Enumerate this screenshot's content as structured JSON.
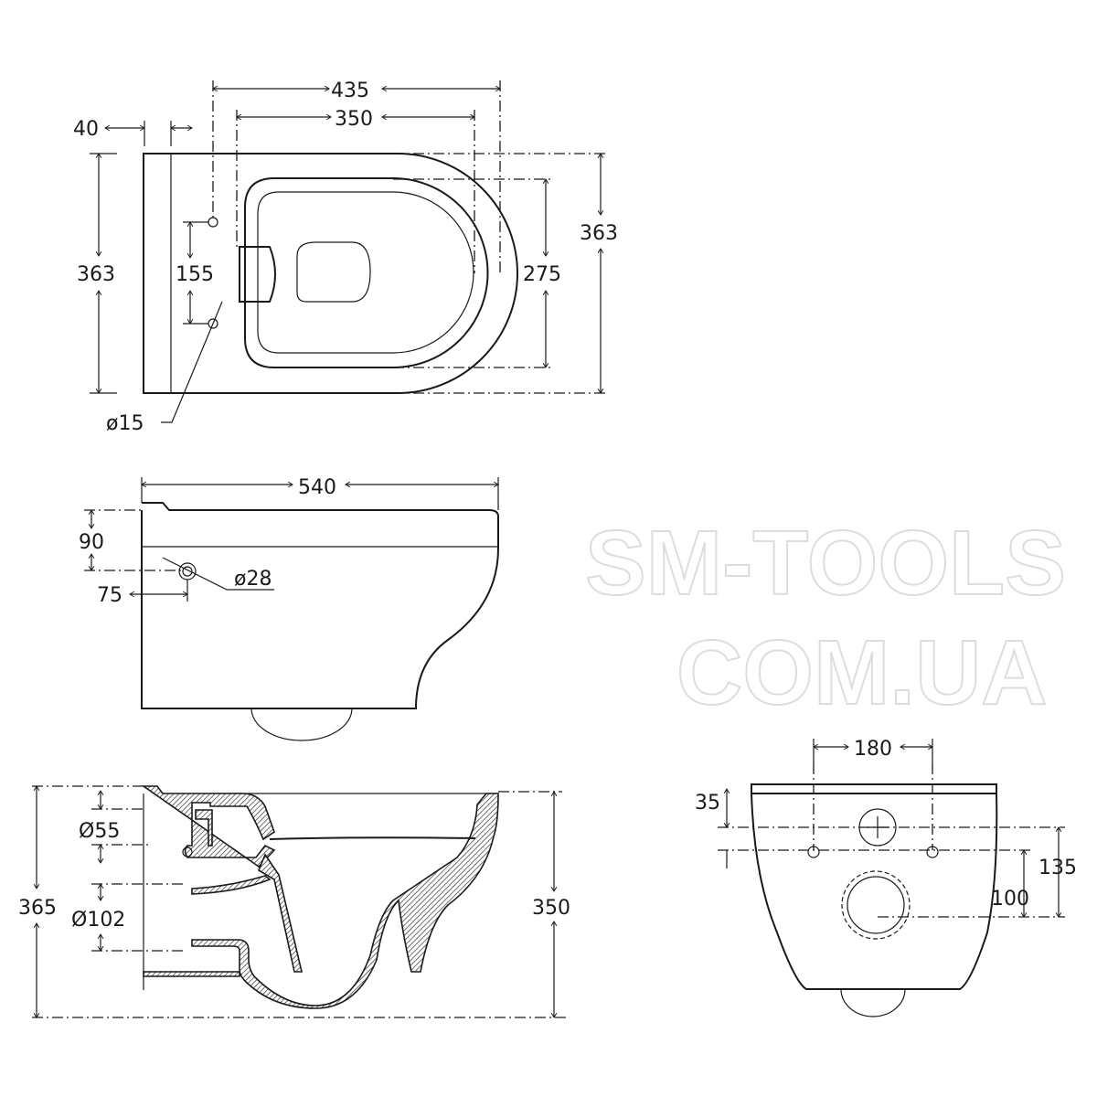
{
  "top_view": {
    "dim_width_total": "435",
    "dim_width_seat": "350",
    "dim_wall": "40",
    "dim_depth_left": "363",
    "dim_holes": "155",
    "dim_inner": "275",
    "dim_depth_right": "363",
    "dim_hole_dia": "ø15"
  },
  "side_view": {
    "dim_length": "540",
    "dim_height_inlet": "90",
    "dim_inlet_offset": "75",
    "dim_inlet_dia": "ø28"
  },
  "section_view": {
    "dim_total_height": "365",
    "dim_bowl_height": "350",
    "dim_inlet": "Ø55",
    "dim_outlet": "Ø102"
  },
  "back_view": {
    "dim_bolts": "180",
    "dim_top": "35",
    "dim_outlet_center": "100",
    "dim_inlet_center": "135"
  },
  "watermark": {
    "line1": "SM-TOOLS",
    "line2": "COM.UA"
  }
}
